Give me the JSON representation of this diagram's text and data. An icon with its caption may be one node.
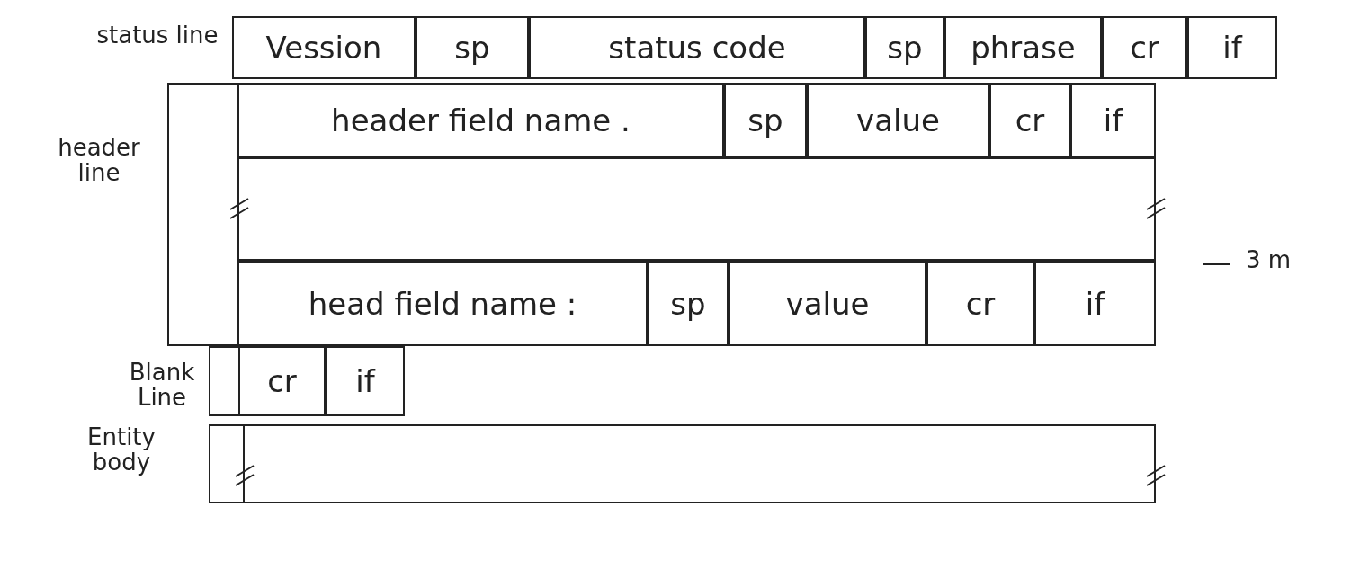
{
  "diagram": {
    "nodes": [
      {
        "text": [
          "Vession"
        ]
      },
      {
        "text": [
          "sp"
        ]
      },
      {
        "text": [
          "status code"
        ]
      },
      {
        "text": [
          "sp"
        ]
      },
      {
        "text": [
          "phrase"
        ]
      },
      {
        "text": [
          "cr"
        ]
      },
      {
        "text": [
          "if"
        ]
      },
      {
        "text": [
          "header field name ."
        ]
      },
      {
        "text": [
          "sp"
        ]
      },
      {
        "text": [
          "value"
        ]
      },
      {
        "text": [
          "cr"
        ]
      },
      {
        "text": [
          "if"
        ]
      },
      {
        "text": [],
        "shape": "box"
      },
      {
        "text": [
          "head field name :"
        ]
      },
      {
        "text": [
          "sp"
        ]
      },
      {
        "text": [
          "value"
        ]
      },
      {
        "text": [
          "cr"
        ]
      },
      {
        "text": [
          "if"
        ]
      },
      {
        "text": [
          "cr"
        ]
      },
      {
        "text": [
          "if"
        ]
      },
      {
        "text": [],
        "shape": "box"
      }
    ],
    "labels": [
      "status line",
      "header line",
      "3 m",
      "Blank Line",
      "Entity body"
    ]
  }
}
